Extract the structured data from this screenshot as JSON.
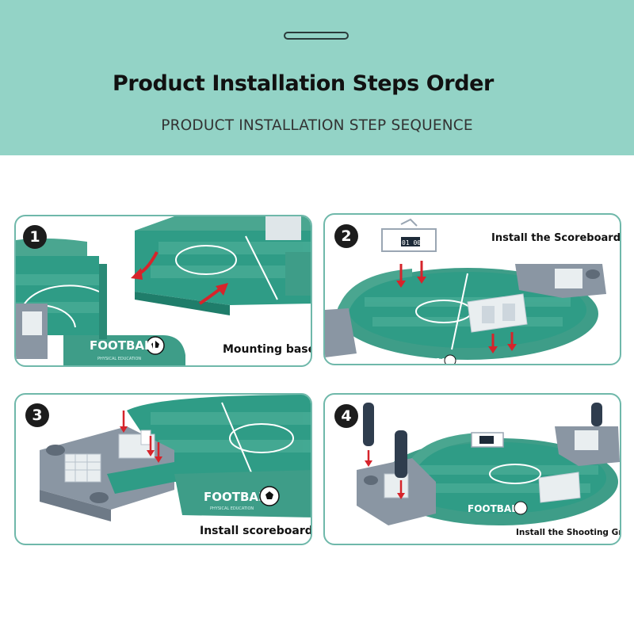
{
  "header": {
    "title": "Product Installation Steps Order",
    "subtitle": "PRODUCT INSTALLATION STEP SEQUENCE"
  },
  "steps": [
    {
      "number": "1",
      "caption": "Mounting base"
    },
    {
      "number": "2",
      "caption": "Install the Scoreboard"
    },
    {
      "number": "3",
      "caption": "Install scoreboard"
    },
    {
      "number": "4",
      "caption": "Install the Shooting Grip"
    }
  ],
  "product": {
    "brand": "FOOTBALL",
    "tagline": "PHYSICAL EDUCATION",
    "score": "01 00"
  },
  "colors": {
    "header": "#93d3c6",
    "border": "#6fb8aa",
    "field": "#2f9c86",
    "wall": "#4aa690",
    "arrow": "#d6242b",
    "grey": "#8a96a3"
  }
}
